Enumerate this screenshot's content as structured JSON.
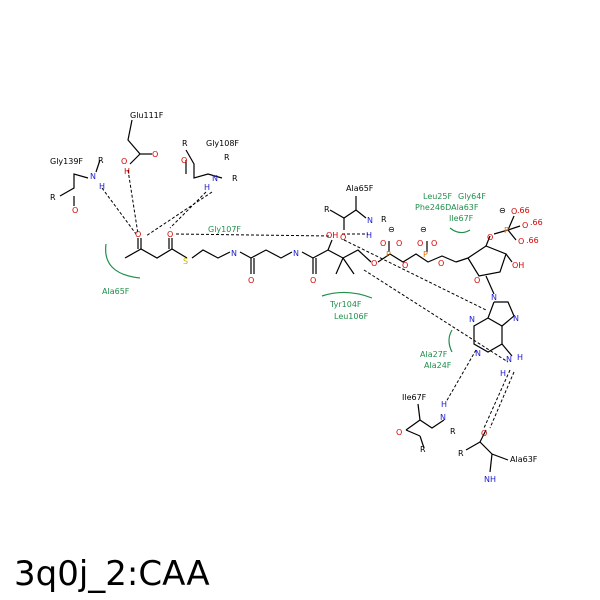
{
  "title": "3q0j_2:CAA",
  "colors": {
    "residue_label": "#1f8f4a",
    "oxygen": "#d40000",
    "nitrogen": "#1c1cd4",
    "sulfur": "#c8b400",
    "phosphorus": "#e07000",
    "bond": "#000000"
  },
  "residues": {
    "glu111": "Glu111F",
    "gly139": "Gly139F",
    "gly108": "Gly108F",
    "ala65_top": "Ala65F",
    "gly107": "Gly107F",
    "ala65_left": "Ala65F",
    "leu25": "Leu25F",
    "gly64": "Gly64F",
    "phe246": "Phe246DAla63F",
    "ile67": "Ile67F",
    "tyr104": "Tyr104F",
    "leu106": "Leu106F",
    "ala27": "Ala27F",
    "ala24": "Ala24F",
    "ile67_bottom": "Ile67F",
    "ala63_bottom": "Ala63F"
  },
  "atoms": {
    "O": "O",
    "N": "N",
    "H": "H",
    "S": "S",
    "P": "P",
    "R": "R",
    "OH": "OH",
    "NH": "NH",
    "minus": "⊖"
  },
  "charges": {
    "p1": ".66",
    "p2": ".66",
    "p3": ".66"
  }
}
